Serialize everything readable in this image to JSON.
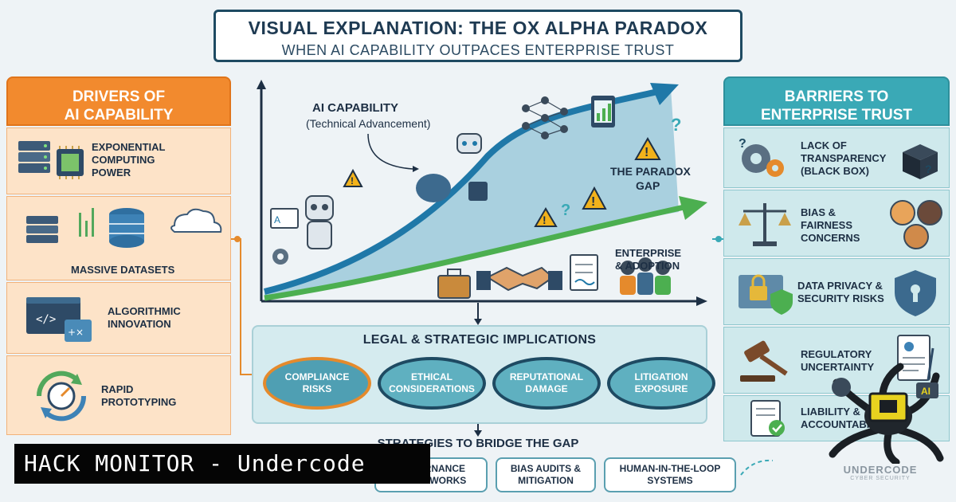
{
  "title": {
    "main": "VISUAL EXPLANATION: THE OX ALPHA PARADOX",
    "sub": "WHEN AI CAPABILITY OUTPACES ENTERPRISE TRUST"
  },
  "left_panel": {
    "heading_line1": "DRIVERS OF",
    "heading_line2": "AI CAPABILITY",
    "items": [
      {
        "line1": "EXPONENTIAL",
        "line2": "COMPUTING",
        "line3": "POWER",
        "icon": "server-chip-icon"
      },
      {
        "line1": "MASSIVE DATASETS",
        "icon": "database-cloud-icon"
      },
      {
        "line1": "ALGORITHMIC",
        "line2": "INNOVATION",
        "icon": "code-window-icon"
      },
      {
        "line1": "RAPID",
        "line2": "PROTOTYPING",
        "icon": "cycle-gauge-icon"
      }
    ]
  },
  "right_panel": {
    "heading_line1": "BARRIERS TO",
    "heading_line2": "ENTERPRISE TRUST",
    "items": [
      {
        "line1": "LACK OF",
        "line2": "TRANSPARENCY",
        "line3": "(BLACK BOX)",
        "icon": "gears-blackbox-icon"
      },
      {
        "line1": "BIAS &",
        "line2": "FAIRNESS",
        "line3": "CONCERNS",
        "icon": "scales-people-icon"
      },
      {
        "line1": "DATA PRIVACY &",
        "line2": "SECURITY RISKS",
        "icon": "lock-shield-icon"
      },
      {
        "line1": "REGULATORY",
        "line2": "UNCERTAINTY",
        "icon": "gavel-document-icon"
      },
      {
        "line1": "LIABILITY &",
        "line2": "ACCOUNTABILITY",
        "icon": "checklist-icon"
      }
    ]
  },
  "graph": {
    "ai_label_line1": "AI CAPABILITY",
    "ai_label_line2": "(Technical Advancement)",
    "gap_line1": "THE PARADOX",
    "gap_line2": "GAP",
    "enterprise_line1": "ENTERPRISE",
    "enterprise_line2": "& ADOPTION",
    "colors": {
      "ai_curve": "#1f78a8",
      "ai_fill": "#8cc4d8",
      "enterprise_curve": "#4caf50",
      "warning": "#f2b21b"
    }
  },
  "implications": {
    "title": "LEGAL & STRATEGIC IMPLICATIONS",
    "items": [
      {
        "line1": "COMPLIANCE",
        "line2": "RISKS"
      },
      {
        "line1": "ETHICAL",
        "line2": "CONSIDERATIONS"
      },
      {
        "line1": "REPUTATIONAL",
        "line2": "DAMAGE"
      },
      {
        "line1": "LITIGATION",
        "line2": "EXPOSURE"
      }
    ]
  },
  "strategies": {
    "title": "STRATEGIES TO BRIDGE THE GAP",
    "items": [
      {
        "line1": "GOVERNANCE",
        "line2": "FRAMEWORKS"
      },
      {
        "line1": "BIAS AUDITS &",
        "line2": "MITIGATION"
      },
      {
        "line1": "HUMAN-IN-THE-LOOP",
        "line2": "SYSTEMS"
      }
    ]
  },
  "watermark": {
    "text": "HACK MONITOR - Undercode",
    "logo": "UNDERCODE",
    "logo_sub": "CYBER SECURITY"
  }
}
